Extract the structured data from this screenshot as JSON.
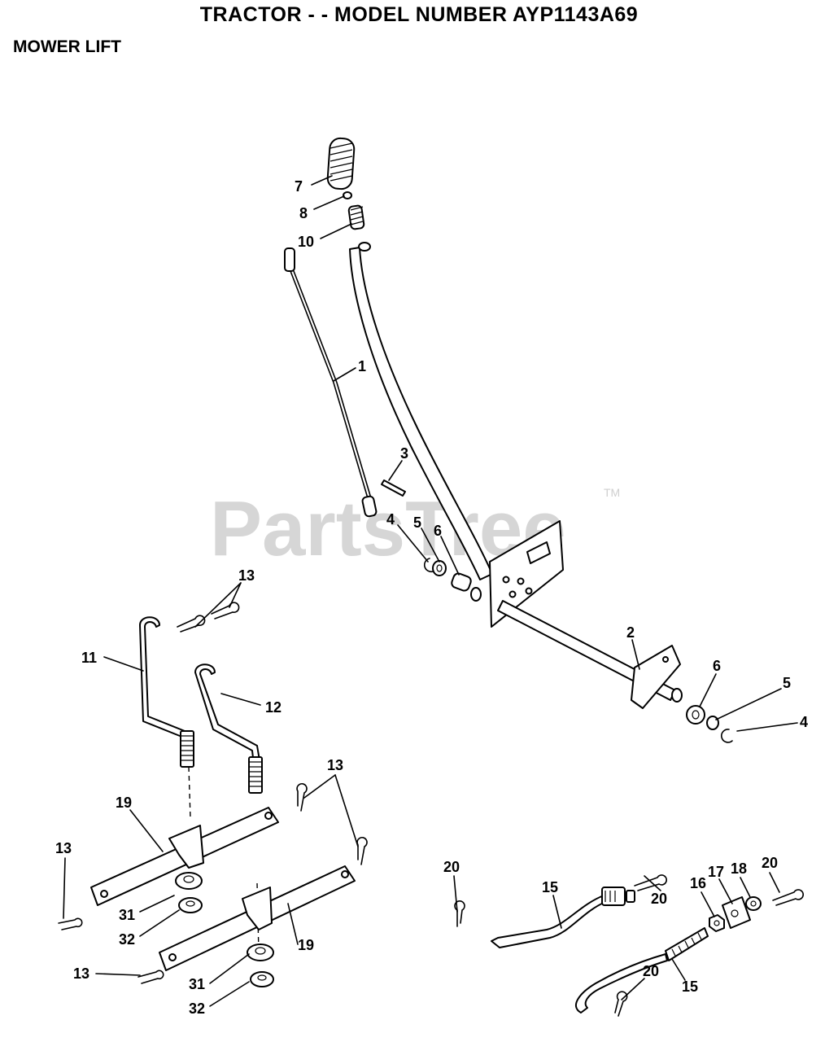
{
  "header": {
    "title": "TRACTOR - - MODEL NUMBER AYP1143A69",
    "section": "MOWER LIFT"
  },
  "watermark": {
    "text": "PartsTree",
    "tm": "TM"
  },
  "callouts": {
    "c7": "7",
    "c8": "8",
    "c10": "10",
    "c1": "1",
    "c3": "3",
    "c4a": "4",
    "c5a": "5",
    "c6a": "6",
    "c2": "2",
    "c6b": "6",
    "c5b": "5",
    "c4b": "4",
    "c13a": "13",
    "c11": "11",
    "c12": "12",
    "c13b": "13",
    "c19a": "19",
    "c13c": "13",
    "c31a": "31",
    "c32a": "32",
    "c19b": "19",
    "c13d": "13",
    "c31b": "31",
    "c32b": "32",
    "c20a": "20",
    "c15a": "15",
    "c20b": "20",
    "c16": "16",
    "c17": "17",
    "c18": "18",
    "c20c": "20",
    "c20d": "20",
    "c15b": "15"
  },
  "colors": {
    "ink": "#000000",
    "watermark": "#d6d6d6",
    "background": "#ffffff"
  }
}
